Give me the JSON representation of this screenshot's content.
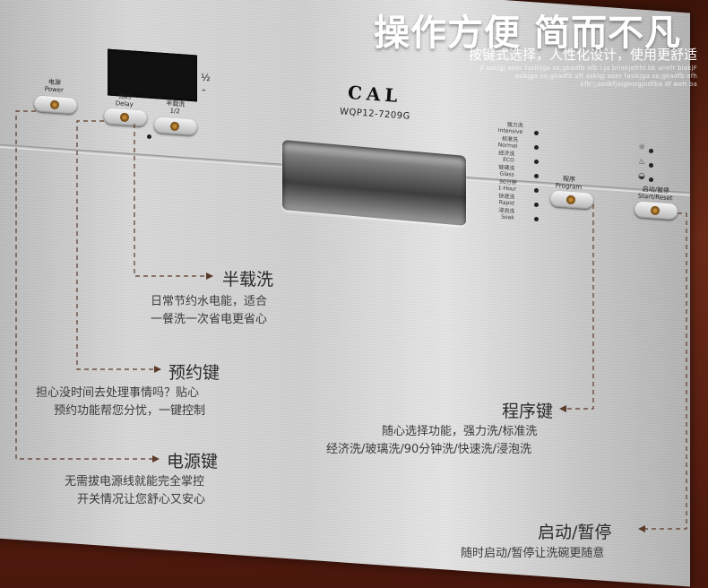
{
  "header": {
    "headline": "操作方便 简而不凡",
    "subline": "按键式选择，人性化设计，使用更舒适",
    "tiny_lines": [
      "jf asklgj aoer  fasikjga  so;gkadfb afb  i ja briakjefrhl bk anefr biakjF",
      "asikjga  so;gkadfb aft askigj aoer  fasikjga  so;gkadfb afh",
      "kfb';;asdkfjaigkorgjndfba df weh ba"
    ]
  },
  "appliance": {
    "brand": "CAL",
    "model": "WQP12-7209G",
    "display_indicator": "½",
    "buttons": {
      "power": {
        "cn": "电源",
        "en": "Power"
      },
      "delay": {
        "cn": "预约",
        "en": "Delay"
      },
      "half": {
        "cn": "半载洗",
        "en": "1/2"
      },
      "program": {
        "cn": "程序",
        "en": "Program"
      },
      "start": {
        "cn": "启动/暂停",
        "en": "Start/Reset"
      }
    },
    "programs": [
      {
        "cn": "强力洗",
        "en": "Intensive"
      },
      {
        "cn": "标准洗",
        "en": "Normal"
      },
      {
        "cn": "经济洗",
        "en": "ECO"
      },
      {
        "cn": "玻璃洗",
        "en": "Glass"
      },
      {
        "cn": "90分钟",
        "en": "1-Hour"
      },
      {
        "cn": "快速洗",
        "en": "Rapid"
      },
      {
        "cn": "浸泡洗",
        "en": "Soak"
      }
    ]
  },
  "features": {
    "half_load": {
      "title": "半载洗",
      "lines": [
        "日常节约水电能，适合",
        "一餐洗一次省电更省心"
      ]
    },
    "delay": {
      "title": "预约键",
      "lines": [
        "担心没时间去处理事情吗？贴心",
        "预约功能帮您分忧，一键控制"
      ]
    },
    "power": {
      "title": "电源键",
      "lines": [
        "无需拔电源线就能完全掌控",
        "开关情况让您舒心又安心"
      ]
    },
    "program": {
      "title": "程序键",
      "lines": [
        "随心选择功能，强力洗/标准洗",
        "经济洗/玻璃洗/90分钟洗/快速洗/浸泡洗"
      ]
    },
    "start": {
      "title": "启动/暂停",
      "lines": [
        "随时启动/暂停让洗碗更随意"
      ]
    }
  },
  "colors": {
    "background": "#5a1f12",
    "guide_line": "#5a3a2a",
    "steel": "#d0d0d0",
    "knob": "#b07a2a"
  }
}
